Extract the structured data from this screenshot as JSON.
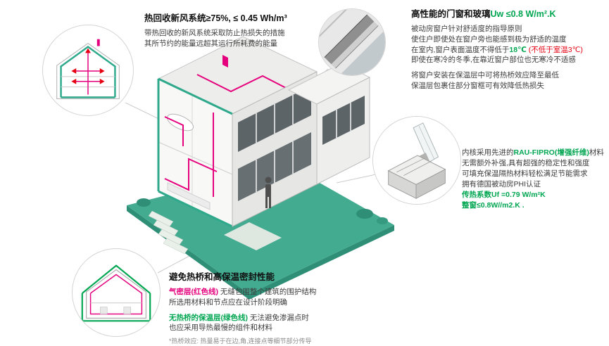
{
  "colors": {
    "teal_ground": "#42ab90",
    "teal_dark": "#2e8f76",
    "accent_green": "#00a651",
    "accent_pink": "#e5007d",
    "accent_red": "#e60012",
    "text_dark": "#101010",
    "text_body": "#3d3d3d"
  },
  "icons": {
    "main_illustration": "isometric-passive-house",
    "callout1": "house-section-ventilation",
    "callout2": "window-corner-photo",
    "callout3": "window-profile-3d",
    "callout4": "house-section-insulation"
  },
  "heat_recovery": {
    "title": "热回收新风系统≥75%, ≤ 0.45 Wh/m³",
    "line1": "带热回收的新风系统采取防止热损失的措施",
    "line2": "其所节约的能量远超其运行所耗费的能量"
  },
  "windows": {
    "title_black": "高性能的门窗和玻璃",
    "title_green": "Uw ≤0.8 W/m².K",
    "line1": "被动房窗户针对舒适度的指导原则",
    "line2": "使住户即使处在窗户旁也能感到极为舒适的温度",
    "line3_a": "在室内,窗户表面温度不得低于",
    "line3_b": "18℃",
    "line3_c": " (不低于室温3℃)",
    "line4": "即使在寒冷的冬季,在靠近窗户部位也无寒冷不适感",
    "line5": "将窗户安装在保温层中可将热桥效应降至最低",
    "line6": "保温层包裹住部分窗框可有效降低热损失"
  },
  "profile": {
    "line1_a": "内核采用先进的",
    "line1_b": "RAU-FIPRO(增强纤维)",
    "line1_c": "材料",
    "line2": "无需额外补强,具有超强的稳定性和强度",
    "line3": "可填充保温隔热材料轻松满足节能需求",
    "line4": "拥有德国被动房PHI认证",
    "line5": "传热系数Uf =0.79 W/m²K",
    "line6": "整窗≤0.8W//m2.K ."
  },
  "thermal": {
    "title": "避免热桥和高保温密封性能",
    "line1_a": "气密层(红色线)",
    "line1_b": " 无缝包围整个建筑的围护结构",
    "line2": "所选用材料和节点应在设计阶段明确",
    "line3_a": "无热桥的保温层(绿色线)",
    "line3_b": " 无法避免渗漏点时",
    "line4": "也应采用导热最慢的组件和材料",
    "footnote": "*热桥效应: 热量易于在边,角,连接点等细节部分传导"
  }
}
